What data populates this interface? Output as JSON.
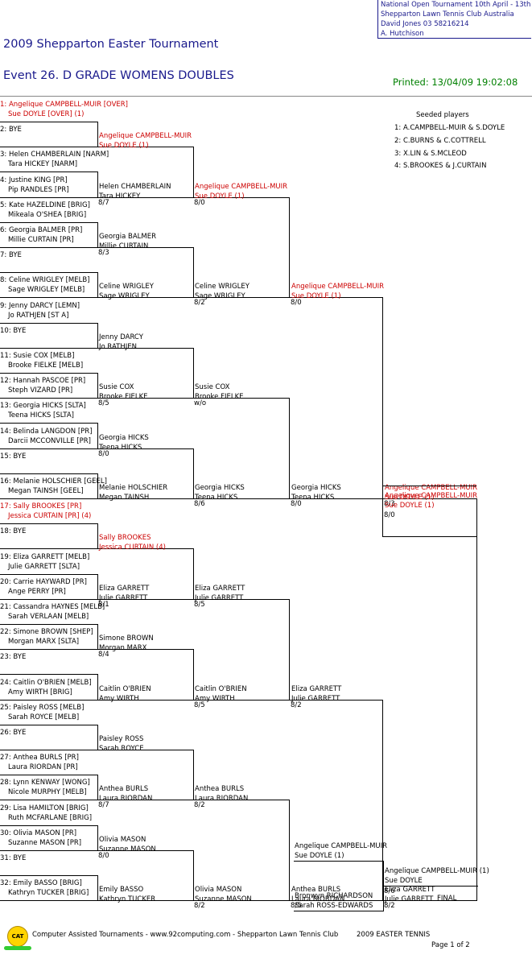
{
  "info": {
    "line1": "National Open Tournament   10th April - 13th",
    "line2": "Shepparton Lawn Tennis Club    Australia",
    "line3": "David Jones    03 58216214",
    "line4": "A. Hutchison"
  },
  "title": "2009 Shepparton Easter Tournament",
  "event": "Event 26. D GRADE WOMENS DOUBLES",
  "printed": "Printed: 13/04/09 19:02:08",
  "seeded": {
    "heading": "Seeded players",
    "items": [
      "1: A.CAMPBELL-MUIR & S.DOYLE",
      "2: C.BURNS & C.COTTRELL",
      "3: X.LIN & S.MCLEOD",
      "4: S.BROOKES & J.CURTAIN"
    ]
  },
  "draw": [
    {
      "a": "1: Angelique CAMPBELL-MUIR [OVER]",
      "b": "Sue DOYLE [OVER] (1)",
      "red": true
    },
    {
      "a": "2: BYE",
      "b": ""
    },
    {
      "a": "3: Helen CHAMBERLAIN [NARM]",
      "b": "Tara HICKEY [NARM]"
    },
    {
      "a": "4: Justine KING [PR]",
      "b": "Pip RANDLES [PR]"
    },
    {
      "a": "5: Kate HAZELDINE [BRIG]",
      "b": "Mikeala O'SHEA [BRIG]"
    },
    {
      "a": "6: Georgia BALMER [PR]",
      "b": "Millie CURTAIN [PR]"
    },
    {
      "a": "7: BYE",
      "b": ""
    },
    {
      "a": "8: Celine WRIGLEY [MELB]",
      "b": "Sage WRIGLEY [MELB]"
    },
    {
      "a": "9: Jenny DARCY [LEMN]",
      "b": "Jo RATHJEN [ST A]"
    },
    {
      "a": "10: BYE",
      "b": ""
    },
    {
      "a": "11: Susie COX [MELB]",
      "b": "Brooke FIELKE [MELB]"
    },
    {
      "a": "12: Hannah PASCOE [PR]",
      "b": "Steph VIZARD [PR]"
    },
    {
      "a": "13: Georgia HICKS [SLTA]",
      "b": "Teena HICKS [SLTA]"
    },
    {
      "a": "14: Belinda LANGDON [PR]",
      "b": "Darcii MCCONVILLE [PR]"
    },
    {
      "a": "15: BYE",
      "b": ""
    },
    {
      "a": "16: Melanie HOLSCHIER [GEEL]",
      "b": "Megan TAINSH [GEEL]"
    },
    {
      "a": "17: Sally BROOKES [PR]",
      "b": "Jessica CURTAIN [PR] (4)",
      "red": true
    },
    {
      "a": "18: BYE",
      "b": ""
    },
    {
      "a": "19: Eliza GARRETT [MELB]",
      "b": "Julie GARRETT [SLTA]"
    },
    {
      "a": "20: Carrie HAYWARD [PR]",
      "b": "Ange PERRY [PR]"
    },
    {
      "a": "21: Cassandra HAYNES [MELB]",
      "b": "Sarah VERLAAN [MELB]"
    },
    {
      "a": "22: Simone BROWN [SHEP]",
      "b": "Morgan MARX [SLTA]"
    },
    {
      "a": "23: BYE",
      "b": ""
    },
    {
      "a": "24: Caitlin O'BRIEN [MELB]",
      "b": "Amy WIRTH [BRIG]"
    },
    {
      "a": "25: Paisley ROSS [MELB]",
      "b": "Sarah ROYCE [MELB]"
    },
    {
      "a": "26: BYE",
      "b": ""
    },
    {
      "a": "27: Anthea BURLS [PR]",
      "b": "Laura RIORDAN [PR]"
    },
    {
      "a": "28: Lynn KENWAY [WONG]",
      "b": "Nicole MURPHY [MELB]"
    },
    {
      "a": "29: Lisa HAMILTON [BRIG]",
      "b": "Ruth MCFARLANE [BRIG]"
    },
    {
      "a": "30: Olivia MASON [PR]",
      "b": "Suzanne MASON [PR]"
    },
    {
      "a": "31: BYE",
      "b": ""
    },
    {
      "a": "32: Emily BASSO [BRIG]",
      "b": "Kathryn TUCKER [BRIG]"
    }
  ],
  "round2": [
    {
      "a": "Angelique CAMPBELL-MUIR",
      "b": "Sue DOYLE (1)",
      "s": "",
      "red": true
    },
    {
      "a": "Helen CHAMBERLAIN",
      "b": "Tara HICKEY",
      "s": "8/7"
    },
    {
      "a": "Georgia BALMER",
      "b": "Millie CURTAIN",
      "s": "8/3"
    },
    {
      "a": "Celine WRIGLEY",
      "b": "Sage WRIGLEY",
      "s": ""
    },
    {
      "a": "Jenny DARCY",
      "b": "Jo RATHJEN",
      "s": ""
    },
    {
      "a": "Susie COX",
      "b": "Brooke FIELKE",
      "s": "8/5"
    },
    {
      "a": "Georgia HICKS",
      "b": "Teena HICKS",
      "s": "8/0"
    },
    {
      "a": "Melanie HOLSCHIER",
      "b": "Megan TAINSH",
      "s": ""
    },
    {
      "a": "Sally BROOKES",
      "b": "Jessica CURTAIN (4)",
      "s": "",
      "red": true
    },
    {
      "a": "Eliza GARRETT",
      "b": "Julie GARRETT",
      "s": "8/1"
    },
    {
      "a": "Simone BROWN",
      "b": "Morgan MARX",
      "s": "8/4"
    },
    {
      "a": "Caitlin O'BRIEN",
      "b": "Amy WIRTH",
      "s": ""
    },
    {
      "a": "Paisley ROSS",
      "b": "Sarah ROYCE",
      "s": ""
    },
    {
      "a": "Anthea BURLS",
      "b": "Laura RIORDAN",
      "s": "8/7"
    },
    {
      "a": "Olivia MASON",
      "b": "Suzanne MASON",
      "s": "8/0"
    },
    {
      "a": "Emily BASSO",
      "b": "Kathryn TUCKER",
      "s": ""
    }
  ],
  "round3": [
    {
      "a": "Angelique CAMPBELL-MUIR",
      "b": "Sue DOYLE (1)",
      "s": "8/0",
      "red": true
    },
    {
      "a": "Celine WRIGLEY",
      "b": "Sage WRIGLEY",
      "s": "8/2"
    },
    {
      "a": "Susie COX",
      "b": "Brooke FIELKE",
      "s": "w/o"
    },
    {
      "a": "Georgia HICKS",
      "b": "Teena HICKS",
      "s": "8/6"
    },
    {
      "a": "Eliza GARRETT",
      "b": "Julie GARRETT",
      "s": "8/5"
    },
    {
      "a": "Caitlin O'BRIEN",
      "b": "Amy WIRTH",
      "s": "8/5"
    },
    {
      "a": "Anthea BURLS",
      "b": "Laura RIORDAN",
      "s": "8/2"
    },
    {
      "a": "Olivia MASON",
      "b": "Suzanne MASON",
      "s": "8/2"
    }
  ],
  "round4": [
    {
      "a": "Angelique CAMPBELL-MUIR",
      "b": "Sue DOYLE (1)",
      "s": "8/0",
      "red": true
    },
    {
      "a": "Georgia HICKS",
      "b": "Teena HICKS",
      "s": "8/0"
    },
    {
      "a": "Eliza GARRETT",
      "b": "Julie GARRETT",
      "s": "8/2"
    },
    {
      "a": "Anthea BURLS",
      "b": "Laura RIORDAN",
      "s": "8/5"
    }
  ],
  "round5": [
    {
      "a": "Angelique CAMPBELL-MUIR",
      "b": "Sue DOYLE (1)",
      "s": "8/3",
      "red": true
    },
    {
      "a": "Eliza GARRETT",
      "b": "Julie GARRETT",
      "s": "8/2"
    }
  ],
  "semi": {
    "a": "Angelique CAMPBELL-MUIR",
    "b": "Sue DOYLE (1)",
    "s": "8/0",
    "red": true
  },
  "finalist_top": {
    "a": "Angelique CAMPBELL-MUIR",
    "b": "Sue DOYLE (1)"
  },
  "finalist_bottom": {
    "a": "Bronwyn RICHARDSON",
    "b": "Sarah ROSS-EDWARDS"
  },
  "winner": {
    "a": "Angelique CAMPBELL-MUIR (1)",
    "b": "Sue DOYLE",
    "s": "8/6"
  },
  "final_label": "FINAL",
  "footer": {
    "logo": "CAT",
    "text": "Computer Assisted Tournaments - www.92computing.com -  Shepparton Lawn Tennis Club",
    "right": "2009 EASTER TENNIS",
    "page": "Page 1 of 2"
  }
}
